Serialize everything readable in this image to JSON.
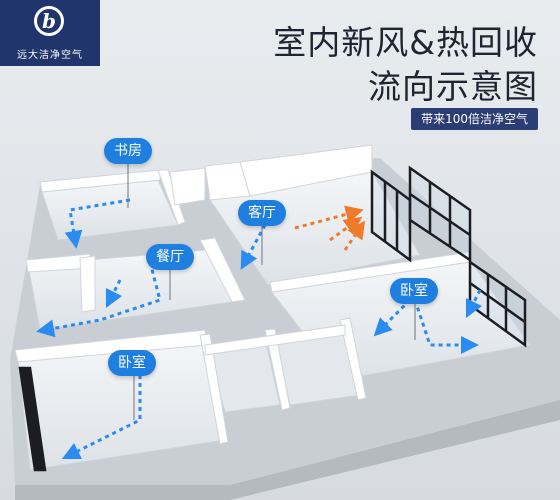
{
  "brand": {
    "name": "远大洁净空气",
    "mark": "b",
    "color": "#20356b"
  },
  "title": {
    "line1": "室内新风&热回收",
    "line2": "流向示意图"
  },
  "badge": "带来100倍洁净空气",
  "rooms": {
    "study": "书房",
    "living": "客厅",
    "dining": "餐厅",
    "bedroom_right": "卧室",
    "bedroom_left": "卧室"
  },
  "colors": {
    "fresh_air": "#2a8cf0",
    "return_air": "#f07a2a",
    "label_bg": "#1e7fe0"
  }
}
